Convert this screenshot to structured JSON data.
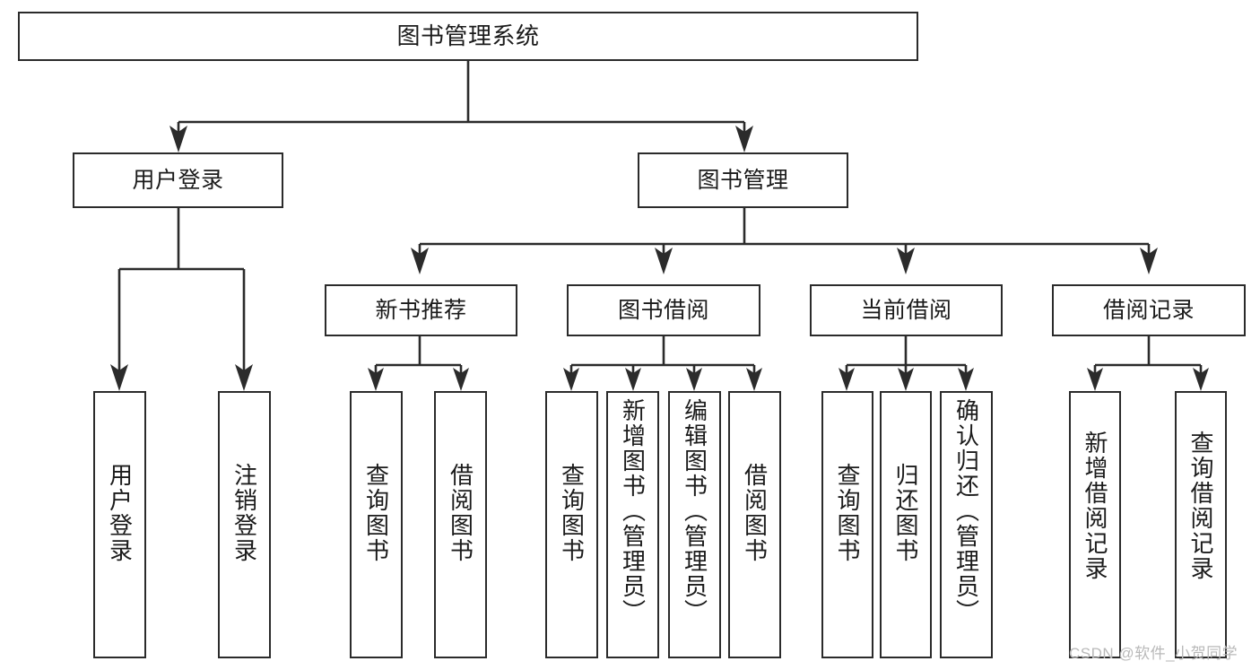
{
  "diagram": {
    "type": "tree-hierarchy-chart",
    "title": "图书管理系统",
    "watermark": "CSDN @软件_小贺同学",
    "colors": {
      "box_border": "#2b2b2b",
      "box_fill": "#ffffff",
      "edge": "#2b2b2b",
      "text": "#1b1b1b",
      "watermark": "#b9b9b9"
    },
    "nodes": {
      "root": {
        "label": "图书管理系统",
        "orientation": "horizontal"
      },
      "level2": [
        {
          "label": "用户登录",
          "orientation": "horizontal"
        },
        {
          "label": "图书管理",
          "orientation": "horizontal"
        }
      ],
      "level3": [
        {
          "label": "新书推荐",
          "orientation": "horizontal"
        },
        {
          "label": "图书借阅",
          "orientation": "horizontal"
        },
        {
          "label": "当前借阅",
          "orientation": "horizontal"
        },
        {
          "label": "借阅记录",
          "orientation": "horizontal"
        }
      ],
      "leaves": [
        {
          "label": "用户登录",
          "orientation": "vertical",
          "parent": "用户登录"
        },
        {
          "label": "注销登录",
          "orientation": "vertical",
          "parent": "用户登录"
        },
        {
          "label": "查询图书",
          "orientation": "vertical",
          "parent": "新书推荐"
        },
        {
          "label": "借阅图书",
          "orientation": "vertical",
          "parent": "新书推荐"
        },
        {
          "label": "查询图书",
          "orientation": "vertical",
          "parent": "图书借阅"
        },
        {
          "label": "新增图书（管理员）",
          "orientation": "vertical",
          "parent": "图书借阅"
        },
        {
          "label": "编辑图书（管理员）",
          "orientation": "vertical",
          "parent": "图书借阅"
        },
        {
          "label": "借阅图书",
          "orientation": "vertical",
          "parent": "图书借阅"
        },
        {
          "label": "查询图书",
          "orientation": "vertical",
          "parent": "当前借阅"
        },
        {
          "label": "归还图书",
          "orientation": "vertical",
          "parent": "当前借阅"
        },
        {
          "label": "确认归还（管理员）",
          "orientation": "vertical",
          "parent": "当前借阅"
        },
        {
          "label": "新增借阅记录",
          "orientation": "vertical",
          "parent": "借阅记录"
        },
        {
          "label": "查询借阅记录",
          "orientation": "vertical",
          "parent": "借阅记录"
        }
      ]
    }
  }
}
